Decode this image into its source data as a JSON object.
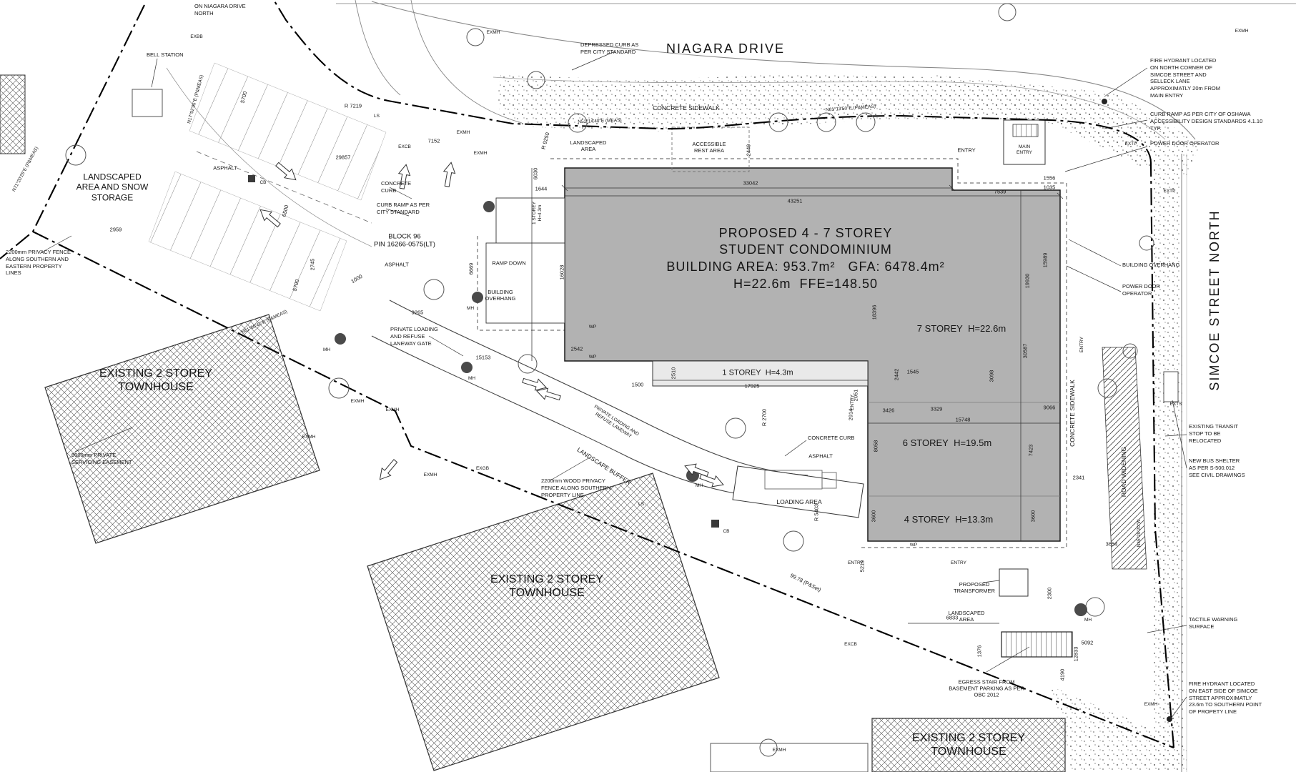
{
  "streets": {
    "niagara": "NIAGARA DRIVE",
    "simcoe": "SIMCOE STREET NORTH"
  },
  "building": {
    "title1": "PROPOSED 4 - 7 STOREY",
    "title2": "STUDENT CONDOMINIUM",
    "title3": "BUILDING AREA: 953.7m²   GFA: 6478.4m²",
    "title4": "H=22.6m  FFE=148.50",
    "storey7": "7 STOREY  H=22.6m",
    "storey6": "6 STOREY  H=19.5m",
    "storey4": "4 STOREY  H=13.3m",
    "storey1": "1 STOREY  H=4.3m",
    "storey1v": "1 STOREY\nH=4.3m"
  },
  "areas": {
    "townhouse": "EXISTING 2 STOREY\nTOWNHOUSE",
    "snow": "LANDSCAPED\nAREA AND SNOW\nSTORAGE",
    "block96": "BLOCK 96\nPIN 16266-0575(LT)"
  },
  "notes": {
    "on_niagara": "ON NIAGARA DRIVE\nNORTH",
    "depressed_curb": "DEPRESSED CURB AS\nPER CITY STANDARD",
    "concrete_sidewalk": "CONCRETE SIDEWALK",
    "accessible_rest": "ACCESSIBLE\nREST AREA",
    "landscaped_area": "LANDSCAPED\nAREA",
    "fire_hydrant_ne": "FIRE HYDRANT LOCATED\nON NORTH CORNER OF\nSIMCOE STREET AND\nSELLECK LANE\nAPPROXIMATLY 20m FROM\nMAIN ENTRY",
    "curb_ramp_oshawa": "CURB RAMP AS PER CITY OF OSHAWA\nACCESSIBILITY DESIGN STANDARDS 4.1.10\nTYP.",
    "power_door": "POWER DOOR\nOPERATOR",
    "power_door_one": "POWER DOOR OPERATOR",
    "main_entry": "MAIN\nENTRY",
    "entry": "ENTRY",
    "bell_station": "BELL STATION",
    "concrete_curb": "CONCRETE\nCURB",
    "curb_ramp_city": "CURB RAMP AS PER\nCITY STANDARD",
    "asphalt": "ASPHALT",
    "ramp_down": "RAMP DOWN",
    "building_overhang2": "BUILDING\nOVERHANG",
    "building_overhang1": "BUILDING OVERHANG",
    "laneway_gate": "PRIVATE LOADING\nAND REFUSE\nLANEWAY GATE",
    "easement": "9000mm PRIVATE\nSERVICING EASEMENT",
    "fence_se": "2200mm PRIVACY FENCE\nALONG SOUTHERN AND\nEASTERN PROPERTY\nLINES",
    "fence_wood": "2200mm WOOD PRIVACY\nFENCE ALONG SOUTHERN\nPROPERTY LINE",
    "landscape_buffer": "LANDSCAPE BUFFER",
    "private_laneway": "PRIVATE LOADING AND\nREFUSE LANEWAY",
    "concrete_curb_one": "CONCRETE CURB",
    "loading_area": "LOADING AREA",
    "transformer": "PROPOSED\nTRANSFORMER",
    "egress": "EGRESS STAIR FROM\nBASEMENT PARKING AS PER\nOBC 2012",
    "tactile": "TACTILE WARNING\nSURFACE",
    "fire_hydrant_se": "FIRE HYDRANT LOCATED\nON EAST SIDE OF SIMCOE\nSTREET APPROXIMATLY\n23.6m TO SOUTHERN POINT\nOF PROPETY LINE",
    "transit": "EXISTING TRANSIT\nSTOP TO BE\nRELOCATED",
    "bus_shelter": "NEW BUS SHELTER\nAS PER S-500.012\nSEE CIVIL DRAWINGS",
    "road_widening": "ROAD WIDENING"
  },
  "marks": {
    "exmh": "EXMH",
    "excb": "EXCB",
    "exgb": "EXGB",
    "exbb": "EXBB",
    "extp": "EXTP",
    "exts": "EXTS",
    "cb": "CB",
    "mh": "MH",
    "ls": "LS",
    "wp": "WP"
  },
  "dims": {
    "r7219": "R 7219",
    "r9250": "R 9250",
    "r2700": "R 2700",
    "r5403": "R 5403",
    "d7152": "7152",
    "d29857": "29857",
    "d33042": "33042",
    "d43251": "43251",
    "d7539": "7539",
    "d1644": "1644",
    "d6030": "6030",
    "d16028": "16028",
    "d6669": "6669",
    "d18396": "18396",
    "d15989": "15989",
    "d19930": "19930",
    "d30587": "30587",
    "d3098": "3098",
    "d15748": "15748",
    "d9066": "9066",
    "d3329": "3329",
    "d3426": "3426",
    "d7423": "7423",
    "d8058": "8058",
    "d2341": "2341",
    "d3654": "3654",
    "d3600": "3600",
    "d17925": "17925",
    "d2510": "2510",
    "d1545": "1545",
    "d2051": "2051",
    "d2442": "2442",
    "d2914": "2914",
    "d1500": "1500",
    "d2542": "2542",
    "d15153": "15153",
    "d9265": "9265",
    "d2959": "2959",
    "d5700": "5700",
    "d6500": "6500",
    "d2745": "2745",
    "d1000": "1000",
    "d6833": "6833",
    "d2300": "2300",
    "d5092": "5092",
    "d4190": "4190",
    "d12833": "12833",
    "d1376": "1376",
    "d5219": "5219",
    "d1556": "1556",
    "d1035": "1035",
    "d2449": "2449",
    "d9978": "99.78 (P&Set)"
  },
  "bearings": {
    "b1": "N71°20'25\"E (P&MEAS)",
    "b2": "N17°02'05\"E (P&MEAS)",
    "b3": "N61°56'42\"E (P&MEAS)",
    "b4": "N51°14'40\"E (MEAS)",
    "b5": "N61°13'50\"E (P&MEAS)",
    "b6": "N45°20'20\"W"
  }
}
